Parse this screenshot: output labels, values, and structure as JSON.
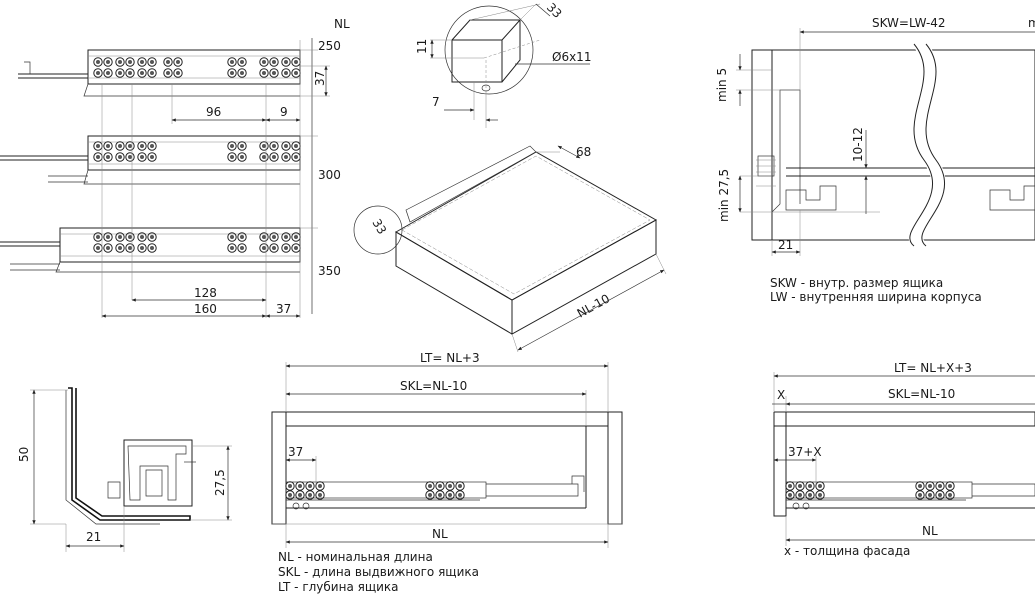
{
  "rail_variants": {
    "header_label": "NL",
    "lengths": [
      "250",
      "300",
      "350"
    ],
    "dim_37_height": "37",
    "dim_96": "96",
    "dim_9": "9",
    "dim_128": "128",
    "dim_160": "160",
    "dim_37_bottom": "37"
  },
  "front_corner": {
    "dim_33_top": "33",
    "dim_11": "11",
    "dim_7": "7",
    "hole_label": "Ø6x11",
    "dim_68": "68",
    "dim_33_left": "33",
    "dim_nl10": "NL-10"
  },
  "cabinet_section": {
    "skw_label": "SKW=LW-42",
    "min5": "min 5",
    "dim_10_12": "10-12",
    "min27_5": "min 27,5",
    "dim_21": "21",
    "legend_skw": "SKW - внутр. размер ящика",
    "legend_lw": "LW - внутренняя ширина корпуса"
  },
  "profile": {
    "dim_50": "50",
    "dim_27_5": "27,5",
    "dim_21": "21"
  },
  "side_view": {
    "lt_label": "LT= NL+3",
    "skl_label": "SKL=NL-10",
    "dim_37": "37",
    "nl_label": "NL",
    "legend_nl": "NL - номинальная длина",
    "legend_skl": "SKL - длина выдвижного ящика",
    "legend_lt": "LT - глубина ящика"
  },
  "overlay_view": {
    "lt_label": "LT= NL+X+3",
    "x_label": "X",
    "skl_label": "SKL=NL-10",
    "dim_37x": "37+X",
    "nl_label": "NL",
    "legend_x": "x - толщина фасада"
  }
}
